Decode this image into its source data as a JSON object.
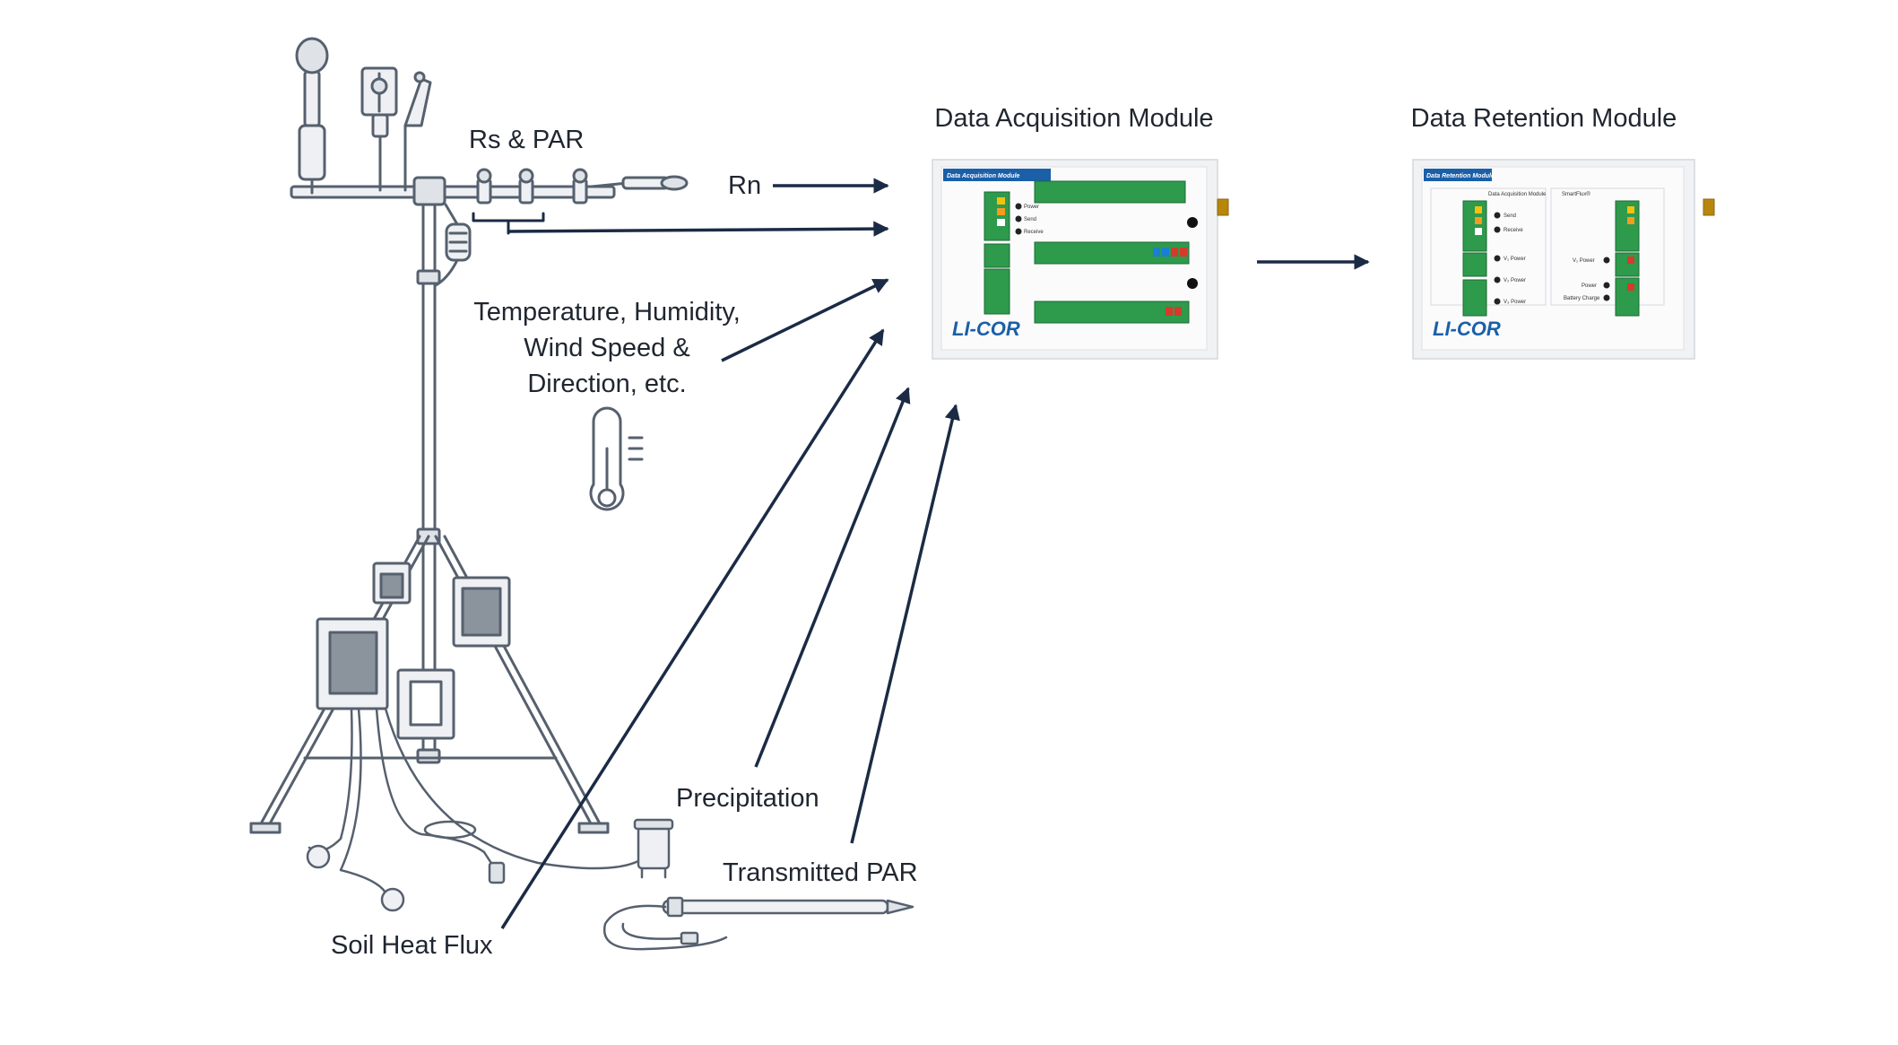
{
  "labels": {
    "rs_par": "Rs & PAR",
    "rn": "Rn",
    "data_acquisition_module": "Data Acquisition Module",
    "data_retention_module": "Data Retention Module",
    "temperature_line1": "Temperature, Humidity,",
    "temperature_line2": "Wind Speed &",
    "temperature_line3": "Direction, etc.",
    "precipitation": "Precipitation",
    "transmitted_par": "Transmitted PAR",
    "soil_heat_flux": "Soil Heat Flux"
  },
  "daq_module": {
    "header": "Data Acquisition Module",
    "logo": "LI-COR",
    "leds": [
      "Power",
      "Send",
      "Receive"
    ]
  },
  "drm_module": {
    "header": "Data Retention Module",
    "sub_header_left": "Data Acquisition Module",
    "sub_header_right": "SmartFlux®",
    "logo": "LI-COR",
    "leds_left": [
      "Send",
      "Receive",
      "V₁ Power",
      "V₂ Power",
      "V₃ Power"
    ],
    "leds_right": [
      "V₁ Power",
      "Power",
      "Battery Charge"
    ]
  },
  "colors": {
    "arrow": "#1b2b45",
    "line_art": "#56606e",
    "module_blue": "#1a5fa8",
    "terminal_green": "#2e9a4c"
  }
}
